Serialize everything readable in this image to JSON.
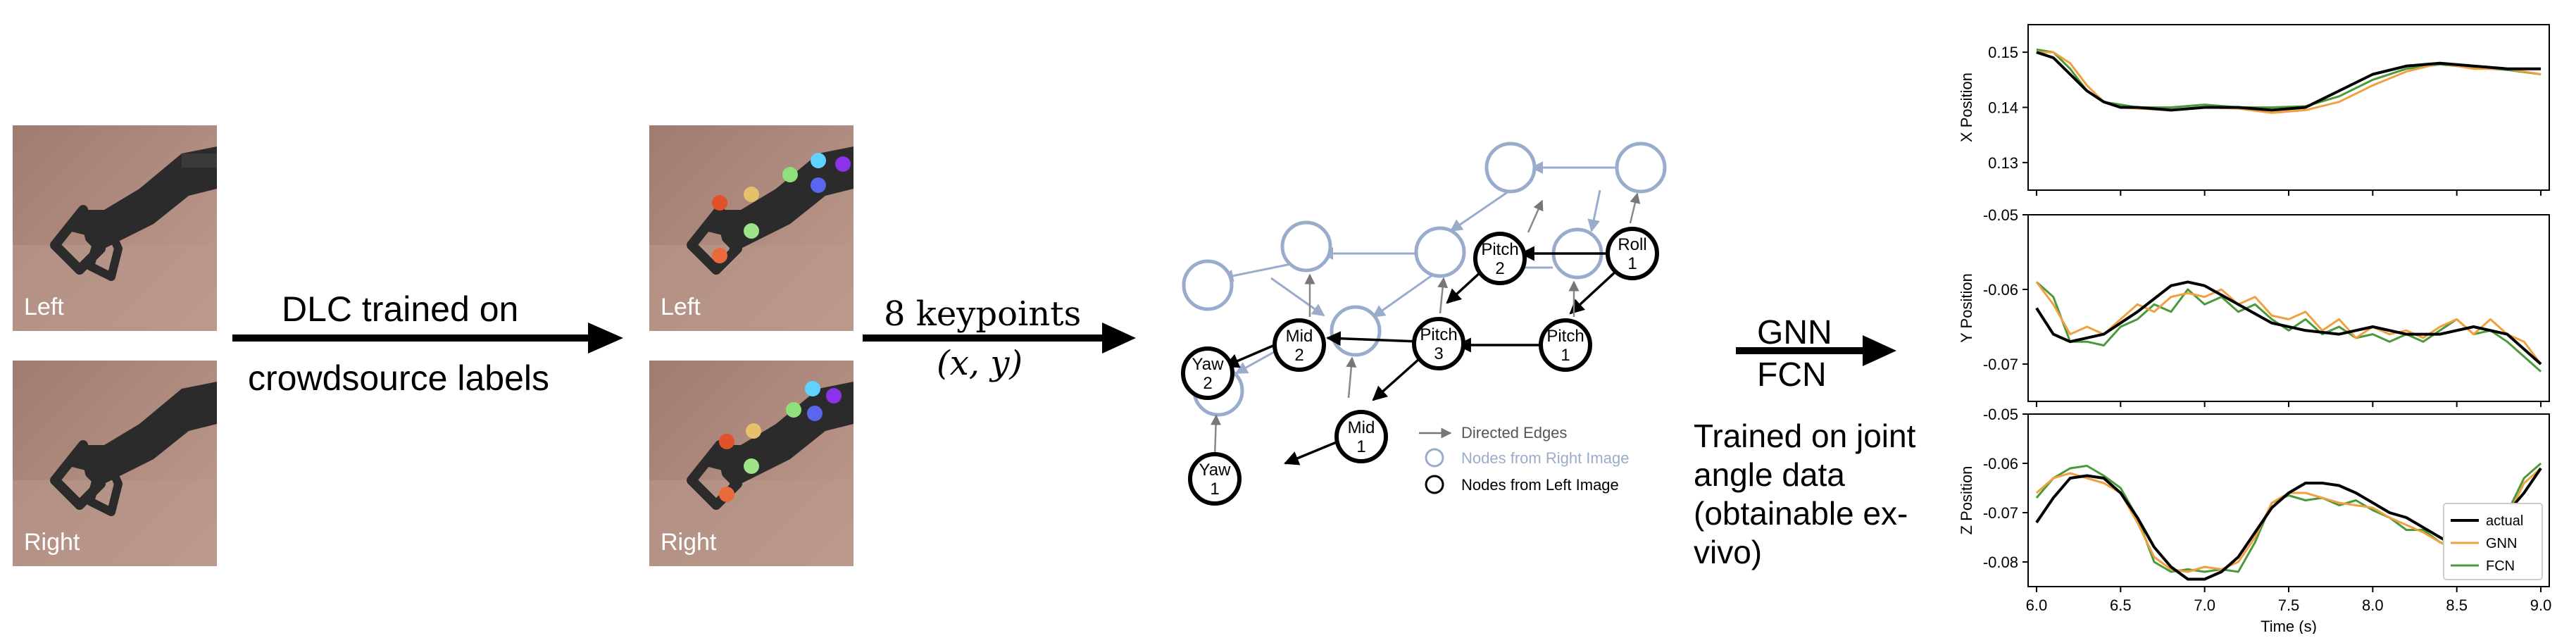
{
  "images": {
    "panel1_top": "Left",
    "panel1_bottom": "Right",
    "panel2_top": "Left",
    "panel2_bottom": "Right"
  },
  "arrow1": {
    "line1": "DLC trained on",
    "line2": "crowdsource labels"
  },
  "arrow2": {
    "line1": "8 keypoints",
    "line2": "(x, y)"
  },
  "arrow3": {
    "line1": "GNN",
    "line2": "FCN",
    "note": [
      "Trained on joint",
      "angle data",
      "(obtainable ex-",
      "vivo)"
    ]
  },
  "graph": {
    "left_nodes": [
      {
        "id": "yaw2",
        "line1": "Yaw",
        "line2": "2"
      },
      {
        "id": "mid2",
        "line1": "Mid",
        "line2": "2"
      },
      {
        "id": "pitch3",
        "line1": "Pitch",
        "line2": "3"
      },
      {
        "id": "pitch2",
        "line1": "Pitch",
        "line2": "2"
      },
      {
        "id": "roll1",
        "line1": "Roll",
        "line2": "1"
      },
      {
        "id": "yaw1",
        "line1": "Yaw",
        "line2": "1"
      },
      {
        "id": "mid1",
        "line1": "Mid",
        "line2": "1"
      },
      {
        "id": "pitch1",
        "line1": "Pitch",
        "line2": "1"
      }
    ],
    "legend": {
      "edges": "Directed Edges",
      "right": "Nodes from Right Image",
      "left": "Nodes from Left Image"
    },
    "colors": {
      "left": "#000000",
      "right": "#9aaccc",
      "edge_light": "#9aaccc"
    }
  },
  "chart_data": [
    {
      "type": "line",
      "ylabel": "X Position",
      "xlabel": "",
      "ylim": [
        0.125,
        0.155
      ],
      "yticks": [
        "0.15",
        "0.14",
        "0.13"
      ],
      "ytick_values": [
        0.15,
        0.14,
        0.13
      ],
      "xlim": [
        5.95,
        9.05
      ],
      "series": [
        {
          "name": "actual",
          "color": "#000000",
          "x": [
            6.0,
            6.1,
            6.2,
            6.3,
            6.4,
            6.5,
            6.6,
            6.8,
            7.0,
            7.2,
            7.4,
            7.6,
            7.8,
            8.0,
            8.2,
            8.4,
            8.6,
            8.8,
            9.0
          ],
          "y": [
            0.15,
            0.149,
            0.146,
            0.143,
            0.141,
            0.14,
            0.14,
            0.1395,
            0.14,
            0.14,
            0.1395,
            0.14,
            0.143,
            0.146,
            0.1475,
            0.148,
            0.1475,
            0.147,
            0.147
          ]
        },
        {
          "name": "GNN",
          "color": "#f0a040",
          "x": [
            6.0,
            6.1,
            6.2,
            6.3,
            6.4,
            6.5,
            6.6,
            6.8,
            7.0,
            7.2,
            7.4,
            7.6,
            7.8,
            8.0,
            8.2,
            8.4,
            8.6,
            8.8,
            9.0
          ],
          "y": [
            0.15,
            0.15,
            0.148,
            0.144,
            0.141,
            0.14,
            0.1398,
            0.1395,
            0.14,
            0.1398,
            0.139,
            0.1395,
            0.141,
            0.144,
            0.1465,
            0.148,
            0.147,
            0.147,
            0.146
          ]
        },
        {
          "name": "FCN",
          "color": "#4a9a3a",
          "x": [
            6.0,
            6.1,
            6.2,
            6.3,
            6.4,
            6.5,
            6.6,
            6.8,
            7.0,
            7.2,
            7.4,
            7.6,
            7.8,
            8.0,
            8.2,
            8.4,
            8.6,
            8.8,
            9.0
          ],
          "y": [
            0.1505,
            0.15,
            0.147,
            0.143,
            0.141,
            0.1405,
            0.14,
            0.14,
            0.1405,
            0.14,
            0.14,
            0.1402,
            0.142,
            0.145,
            0.147,
            0.1478,
            0.1472,
            0.1468,
            0.146
          ]
        }
      ]
    },
    {
      "type": "line",
      "ylabel": "Y Position",
      "xlabel": "",
      "ylim": [
        -0.075,
        -0.05
      ],
      "yticks": [
        "-0.05",
        "-0.06",
        "-0.07"
      ],
      "ytick_values": [
        -0.05,
        -0.06,
        -0.07
      ],
      "xlim": [
        5.95,
        9.05
      ],
      "series": [
        {
          "name": "actual",
          "color": "#000000",
          "x": [
            6.0,
            6.1,
            6.2,
            6.4,
            6.6,
            6.8,
            6.9,
            7.0,
            7.2,
            7.4,
            7.6,
            7.8,
            8.0,
            8.2,
            8.4,
            8.6,
            8.8,
            9.0
          ],
          "y": [
            -0.0625,
            -0.066,
            -0.067,
            -0.066,
            -0.063,
            -0.0595,
            -0.059,
            -0.0595,
            -0.062,
            -0.0645,
            -0.0655,
            -0.066,
            -0.065,
            -0.066,
            -0.066,
            -0.065,
            -0.066,
            -0.07
          ]
        },
        {
          "name": "GNN",
          "color": "#f0a040",
          "x": [
            6.0,
            6.1,
            6.2,
            6.3,
            6.4,
            6.5,
            6.6,
            6.7,
            6.8,
            6.9,
            7.0,
            7.1,
            7.2,
            7.3,
            7.4,
            7.5,
            7.6,
            7.7,
            7.8,
            7.9,
            8.0,
            8.1,
            8.2,
            8.3,
            8.4,
            8.5,
            8.6,
            8.7,
            8.8,
            8.9,
            9.0
          ],
          "y": [
            -0.059,
            -0.062,
            -0.066,
            -0.065,
            -0.066,
            -0.064,
            -0.062,
            -0.063,
            -0.061,
            -0.0605,
            -0.061,
            -0.06,
            -0.062,
            -0.061,
            -0.0635,
            -0.064,
            -0.063,
            -0.0655,
            -0.064,
            -0.0665,
            -0.065,
            -0.066,
            -0.0655,
            -0.0665,
            -0.065,
            -0.064,
            -0.066,
            -0.064,
            -0.066,
            -0.067,
            -0.07
          ]
        },
        {
          "name": "FCN",
          "color": "#4a9a3a",
          "x": [
            6.0,
            6.1,
            6.2,
            6.3,
            6.4,
            6.5,
            6.6,
            6.7,
            6.8,
            6.9,
            7.0,
            7.1,
            7.2,
            7.3,
            7.4,
            7.5,
            7.6,
            7.7,
            7.8,
            7.9,
            8.0,
            8.1,
            8.2,
            8.3,
            8.4,
            8.5,
            8.6,
            8.7,
            8.8,
            8.9,
            9.0
          ],
          "y": [
            -0.059,
            -0.061,
            -0.067,
            -0.067,
            -0.0675,
            -0.065,
            -0.064,
            -0.062,
            -0.063,
            -0.06,
            -0.062,
            -0.061,
            -0.063,
            -0.062,
            -0.064,
            -0.0655,
            -0.064,
            -0.066,
            -0.065,
            -0.0665,
            -0.066,
            -0.067,
            -0.066,
            -0.067,
            -0.0655,
            -0.064,
            -0.066,
            -0.0655,
            -0.067,
            -0.069,
            -0.071
          ]
        }
      ]
    },
    {
      "type": "line",
      "ylabel": "Z Position",
      "xlabel": "Time (s)",
      "ylim": [
        -0.085,
        -0.05
      ],
      "yticks": [
        "-0.05",
        "-0.06",
        "-0.07",
        "-0.08"
      ],
      "ytick_values": [
        -0.05,
        -0.06,
        -0.07,
        -0.08
      ],
      "xticks": [
        "6.0",
        "6.5",
        "7.0",
        "7.5",
        "8.0",
        "8.5",
        "9.0"
      ],
      "xtick_values": [
        6.0,
        6.5,
        7.0,
        7.5,
        8.0,
        8.5,
        9.0
      ],
      "xlim": [
        5.95,
        9.05
      ],
      "legend": "bottom-right",
      "series": [
        {
          "name": "actual",
          "color": "#000000",
          "x": [
            6.0,
            6.1,
            6.2,
            6.3,
            6.4,
            6.5,
            6.6,
            6.7,
            6.8,
            6.9,
            7.0,
            7.1,
            7.2,
            7.3,
            7.4,
            7.5,
            7.6,
            7.7,
            7.8,
            7.9,
            8.0,
            8.1,
            8.2,
            8.3,
            8.4,
            8.5,
            8.6,
            8.7,
            8.8,
            8.9,
            9.0
          ],
          "y": [
            -0.072,
            -0.067,
            -0.063,
            -0.0625,
            -0.063,
            -0.066,
            -0.071,
            -0.077,
            -0.081,
            -0.0835,
            -0.0835,
            -0.082,
            -0.079,
            -0.074,
            -0.069,
            -0.066,
            -0.064,
            -0.064,
            -0.0645,
            -0.066,
            -0.068,
            -0.07,
            -0.071,
            -0.073,
            -0.075,
            -0.077,
            -0.077,
            -0.075,
            -0.07,
            -0.066,
            -0.061
          ]
        },
        {
          "name": "GNN",
          "color": "#f0a040",
          "x": [
            6.0,
            6.1,
            6.2,
            6.3,
            6.4,
            6.5,
            6.6,
            6.7,
            6.8,
            6.9,
            7.0,
            7.1,
            7.2,
            7.3,
            7.4,
            7.5,
            7.6,
            7.7,
            7.8,
            7.9,
            8.0,
            8.1,
            8.2,
            8.3,
            8.4,
            8.5,
            8.6,
            8.7,
            8.8,
            8.9,
            9.0
          ],
          "y": [
            -0.066,
            -0.063,
            -0.062,
            -0.063,
            -0.064,
            -0.066,
            -0.072,
            -0.079,
            -0.0815,
            -0.082,
            -0.081,
            -0.0815,
            -0.08,
            -0.075,
            -0.068,
            -0.066,
            -0.066,
            -0.067,
            -0.068,
            -0.0685,
            -0.069,
            -0.071,
            -0.0725,
            -0.074,
            -0.076,
            -0.077,
            -0.078,
            -0.0765,
            -0.071,
            -0.064,
            -0.061
          ]
        },
        {
          "name": "FCN",
          "color": "#4a9a3a",
          "x": [
            6.0,
            6.1,
            6.2,
            6.3,
            6.4,
            6.5,
            6.6,
            6.7,
            6.8,
            6.9,
            7.0,
            7.1,
            7.2,
            7.3,
            7.4,
            7.5,
            7.6,
            7.7,
            7.8,
            7.9,
            8.0,
            8.1,
            8.2,
            8.3,
            8.4,
            8.5,
            8.6,
            8.7,
            8.8,
            8.9,
            9.0
          ],
          "y": [
            -0.067,
            -0.063,
            -0.061,
            -0.0605,
            -0.0625,
            -0.065,
            -0.071,
            -0.08,
            -0.082,
            -0.0815,
            -0.082,
            -0.0815,
            -0.082,
            -0.076,
            -0.068,
            -0.0665,
            -0.0675,
            -0.067,
            -0.0685,
            -0.0675,
            -0.0695,
            -0.071,
            -0.0735,
            -0.0735,
            -0.076,
            -0.0775,
            -0.077,
            -0.077,
            -0.07,
            -0.063,
            -0.06
          ]
        }
      ]
    }
  ]
}
